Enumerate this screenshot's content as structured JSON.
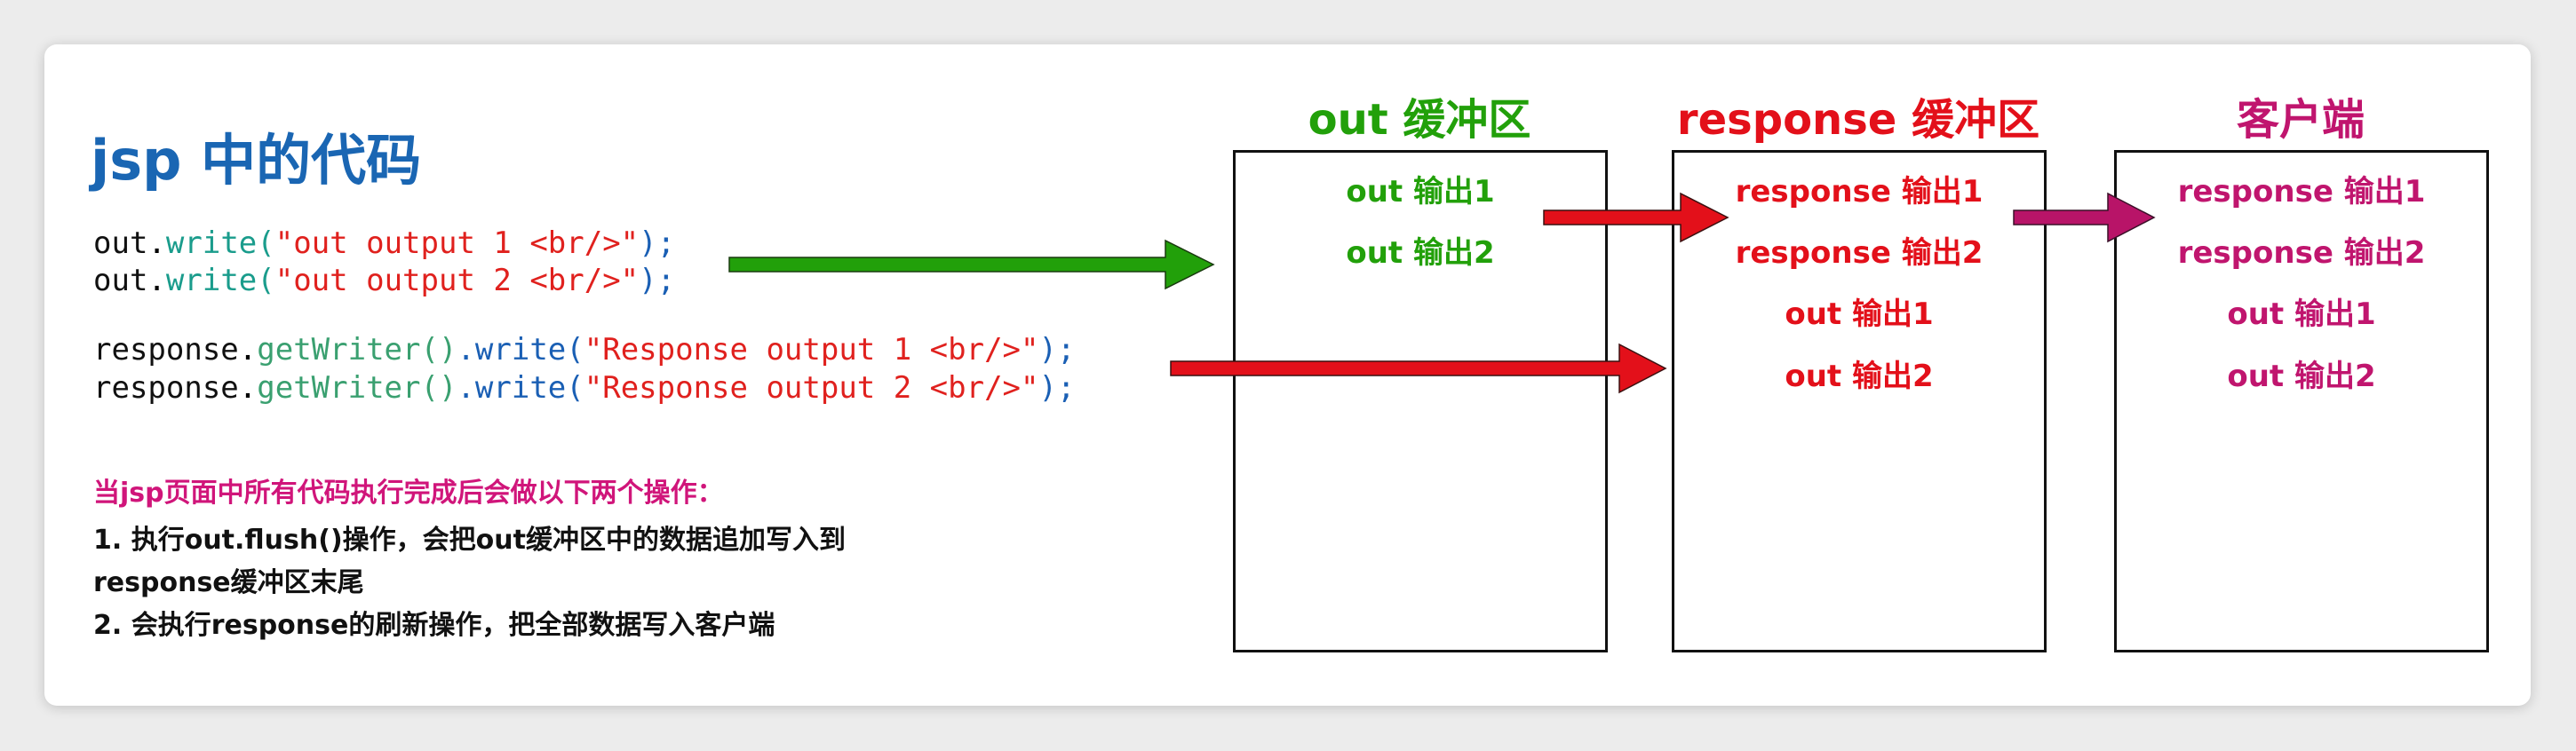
{
  "title": "jsp 中的代码",
  "code": [
    {
      "obj": "out",
      "dot": ".",
      "m1": "write",
      "open": "(",
      "str": "\"out output 1 <br/>\"",
      "close": ");"
    },
    {
      "obj": "out",
      "dot": ".",
      "m1": "write",
      "open": "(",
      "str": "\"out output 2 <br/>\"",
      "close": ");"
    },
    {
      "obj": "response",
      "dot": ".",
      "m3": "getWriter()",
      "dot2": ".",
      "m1": "write",
      "open": "(",
      "str": "\"Response output 1 <br/>\"",
      "close": ");"
    },
    {
      "obj": "response",
      "dot": ".",
      "m3": "getWriter()",
      "dot2": ".",
      "m1": "write",
      "open": "(",
      "str": "\"Response output 2 <br/>\"",
      "close": ");"
    }
  ],
  "notes": {
    "heading": "当jsp页面中所有代码执行完成后会做以下两个操作：",
    "step1_line1": "1. 执行out.flush()操作，会把out缓冲区中的数据追加写入到",
    "step1_line2": "response缓冲区末尾",
    "step2": "2. 会执行response的刷新操作，把全部数据写入客户端"
  },
  "buffers": [
    {
      "header": "out 缓冲区",
      "color": "#22a00a",
      "items": [
        "out 输出1",
        "out 输出2"
      ]
    },
    {
      "header": "response 缓冲区",
      "color": "#e3101a",
      "items": [
        "response 输出1",
        "response 输出2",
        "out 输出1",
        "out 输出2"
      ]
    },
    {
      "header": "客户端",
      "color": "#c0156e",
      "items": [
        "response 输出1",
        "response 输出2",
        "out 输出1",
        "out 输出2"
      ]
    }
  ],
  "colors": {
    "green_arrow": "#22a00a",
    "red_arrow": "#e3101a",
    "magenta_arrow": "#b81468"
  }
}
